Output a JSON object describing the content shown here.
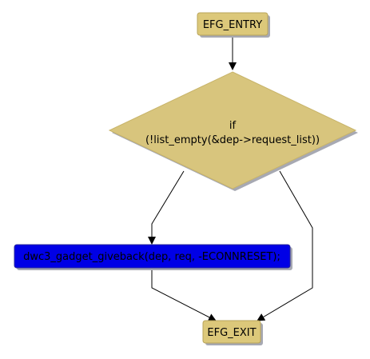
{
  "diagram": {
    "nodes": {
      "entry": {
        "label": "EFG_ENTRY"
      },
      "decision": {
        "line1": "if",
        "line2": "(!list_empty(&dep->request_list))"
      },
      "action": {
        "label": "dwc3_gadget_giveback(dep, req, -ECONNRESET);"
      },
      "exit": {
        "label": "EFG_EXIT"
      }
    },
    "colors": {
      "terminal_fill": "#dcc87a",
      "terminal_stroke": "#b9a45a",
      "decision_fill": "#d8c57d",
      "action_fill": "#0000e6",
      "action_stroke": "#2a2a9a",
      "shadow": "#a7a9b3",
      "edge": "#000000"
    }
  }
}
